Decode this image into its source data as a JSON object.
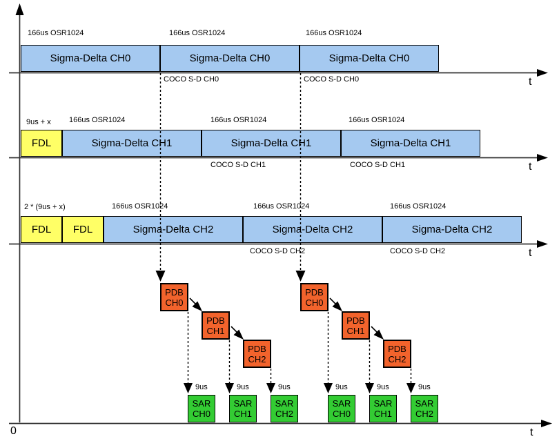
{
  "colors": {
    "sigma-fill": "#A5C9F0",
    "fdl-fill": "#FFFF66",
    "pdb-fill": "#F2632C",
    "sar-fill": "#33CC33",
    "axis": "#333333"
  },
  "axes": {
    "time_label": "t",
    "origin_label": "0"
  },
  "timelines": [
    {
      "channel": "CH0",
      "duration_label": "166us OSR1024",
      "block_label": "Sigma-Delta CH0",
      "coco_label": "COCO S-D CH0"
    },
    {
      "channel": "CH1",
      "lead_label": "9us + x",
      "fdl_label": "FDL",
      "duration_label": "166us OSR1024",
      "block_label": "Sigma-Delta CH1",
      "coco_label": "COCO S-D CH1"
    },
    {
      "channel": "CH2",
      "lead_label": "2 * (9us + x)",
      "fdl_label": "FDL",
      "duration_label": "166us OSR1024",
      "block_label": "Sigma-Delta CH2",
      "coco_label": "COCO S-D CH2"
    }
  ],
  "pdb": {
    "labels": [
      "PDB\nCH0",
      "PDB\nCH1",
      "PDB\nCH2"
    ]
  },
  "sar": {
    "duration_label": "9us",
    "labels": [
      "SAR\nCH0",
      "SAR\nCH1",
      "SAR\nCH2"
    ]
  }
}
